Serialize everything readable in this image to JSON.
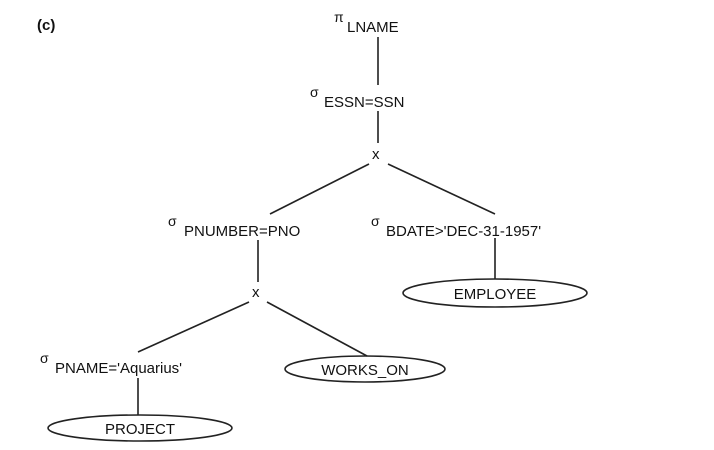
{
  "figure_label": "(c)",
  "symbols": {
    "project": "π",
    "select": "σ",
    "cross": "x"
  },
  "nodes": {
    "root_projection": {
      "symbol": "π",
      "subscript": "LNAME"
    },
    "select_essn": {
      "symbol": "σ",
      "subscript": "ESSN=SSN"
    },
    "cross_top": "x",
    "select_pnumber": {
      "symbol": "σ",
      "subscript": "PNUMBER=PNO"
    },
    "select_bdate": {
      "symbol": "σ",
      "subscript": "BDATE>'DEC-31-1957'"
    },
    "cross_bottom": "x",
    "select_pname": {
      "symbol": "σ",
      "subscript": "PNAME='Aquarius'"
    },
    "relation_employee": "EMPLOYEE",
    "relation_works_on": "WORKS_ON",
    "relation_project": "PROJECT"
  }
}
